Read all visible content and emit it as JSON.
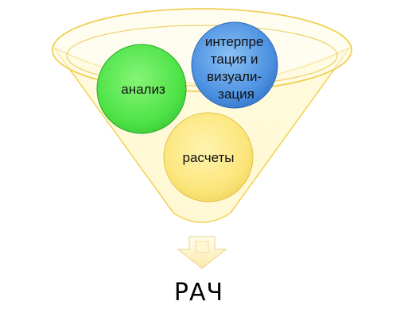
{
  "funnel": {
    "items": [
      {
        "label_lines": [
          "анализ"
        ],
        "color": "#3ee03a",
        "color_dark": "#22b81f"
      },
      {
        "label_lines": [
          "интерпре",
          "тация и",
          "визуали-",
          "зация"
        ],
        "color": "#4a8fe0",
        "color_dark": "#2a6cc4"
      },
      {
        "label_lines": [
          "расчеты"
        ],
        "color": "#fbe57a",
        "color_dark": "#e9c94a"
      }
    ],
    "funnel_color": "#fff7c8",
    "funnel_stroke": "#f2d35a"
  },
  "result": {
    "label": "РАЧ",
    "arrow_color": "#fff0b8"
  }
}
